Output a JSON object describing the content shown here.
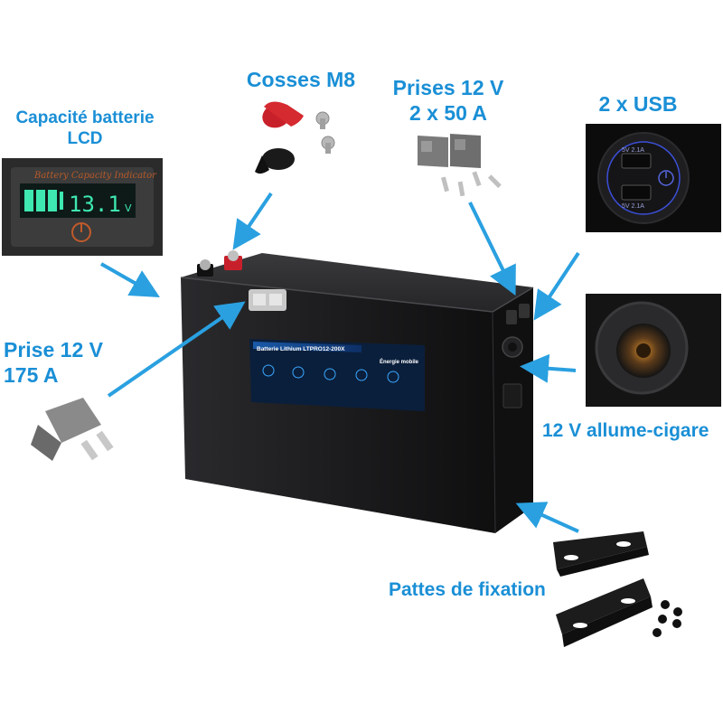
{
  "labels": {
    "capacity_line1": "Capacité batterie",
    "capacity_line2": "LCD",
    "cosses": "Cosses M8",
    "prises_line1": "Prises 12 V",
    "prises_line2": "2  x 50 A",
    "usb": "2 x USB",
    "prise175_line1": "Prise 12 V",
    "prise175_line2": "175 A",
    "cigarette": "12 V allume-cigare",
    "pattes": "Pattes de fixation"
  },
  "lcd": {
    "header": "Battery Capacity Indicator",
    "voltage": "13.1",
    "unit": "V"
  },
  "usb_ports": {
    "port_top": "5V  2.1A",
    "port_bottom": "5V  2.1A"
  },
  "battery_panel": {
    "title": "Batterie Lithium LTPRO12-200X",
    "brand": "Énergie mobile"
  },
  "colors": {
    "label_blue": "#1a8fd6",
    "arrow_blue": "#2aa0e0",
    "battery_body": "#1d1d1f",
    "lcd_green": "#3ee8b0",
    "terminal_red": "#c8202a"
  }
}
